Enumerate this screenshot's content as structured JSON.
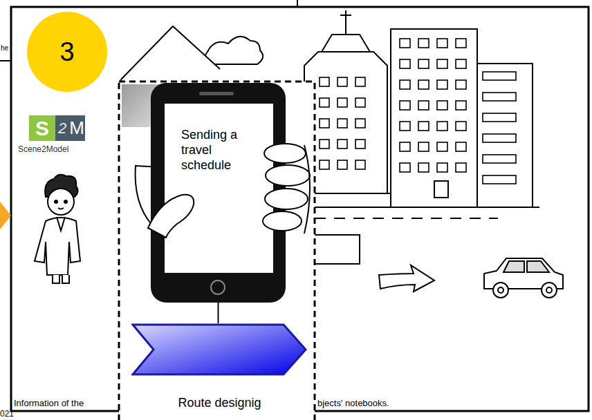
{
  "diagram": {
    "nodes": [
      {
        "text": [
          "Sending a travel schedule"
        ]
      },
      {
        "text": [
          "Route designig"
        ]
      }
    ],
    "edges": [
      {
        "from": 0,
        "to": 1,
        "arrow": "none"
      }
    ],
    "labels": [
      "3",
      "S",
      "2",
      "M",
      "Scene2Model",
      "Information of the",
      "bjects' notebooks.",
      "he",
      "021"
    ]
  }
}
